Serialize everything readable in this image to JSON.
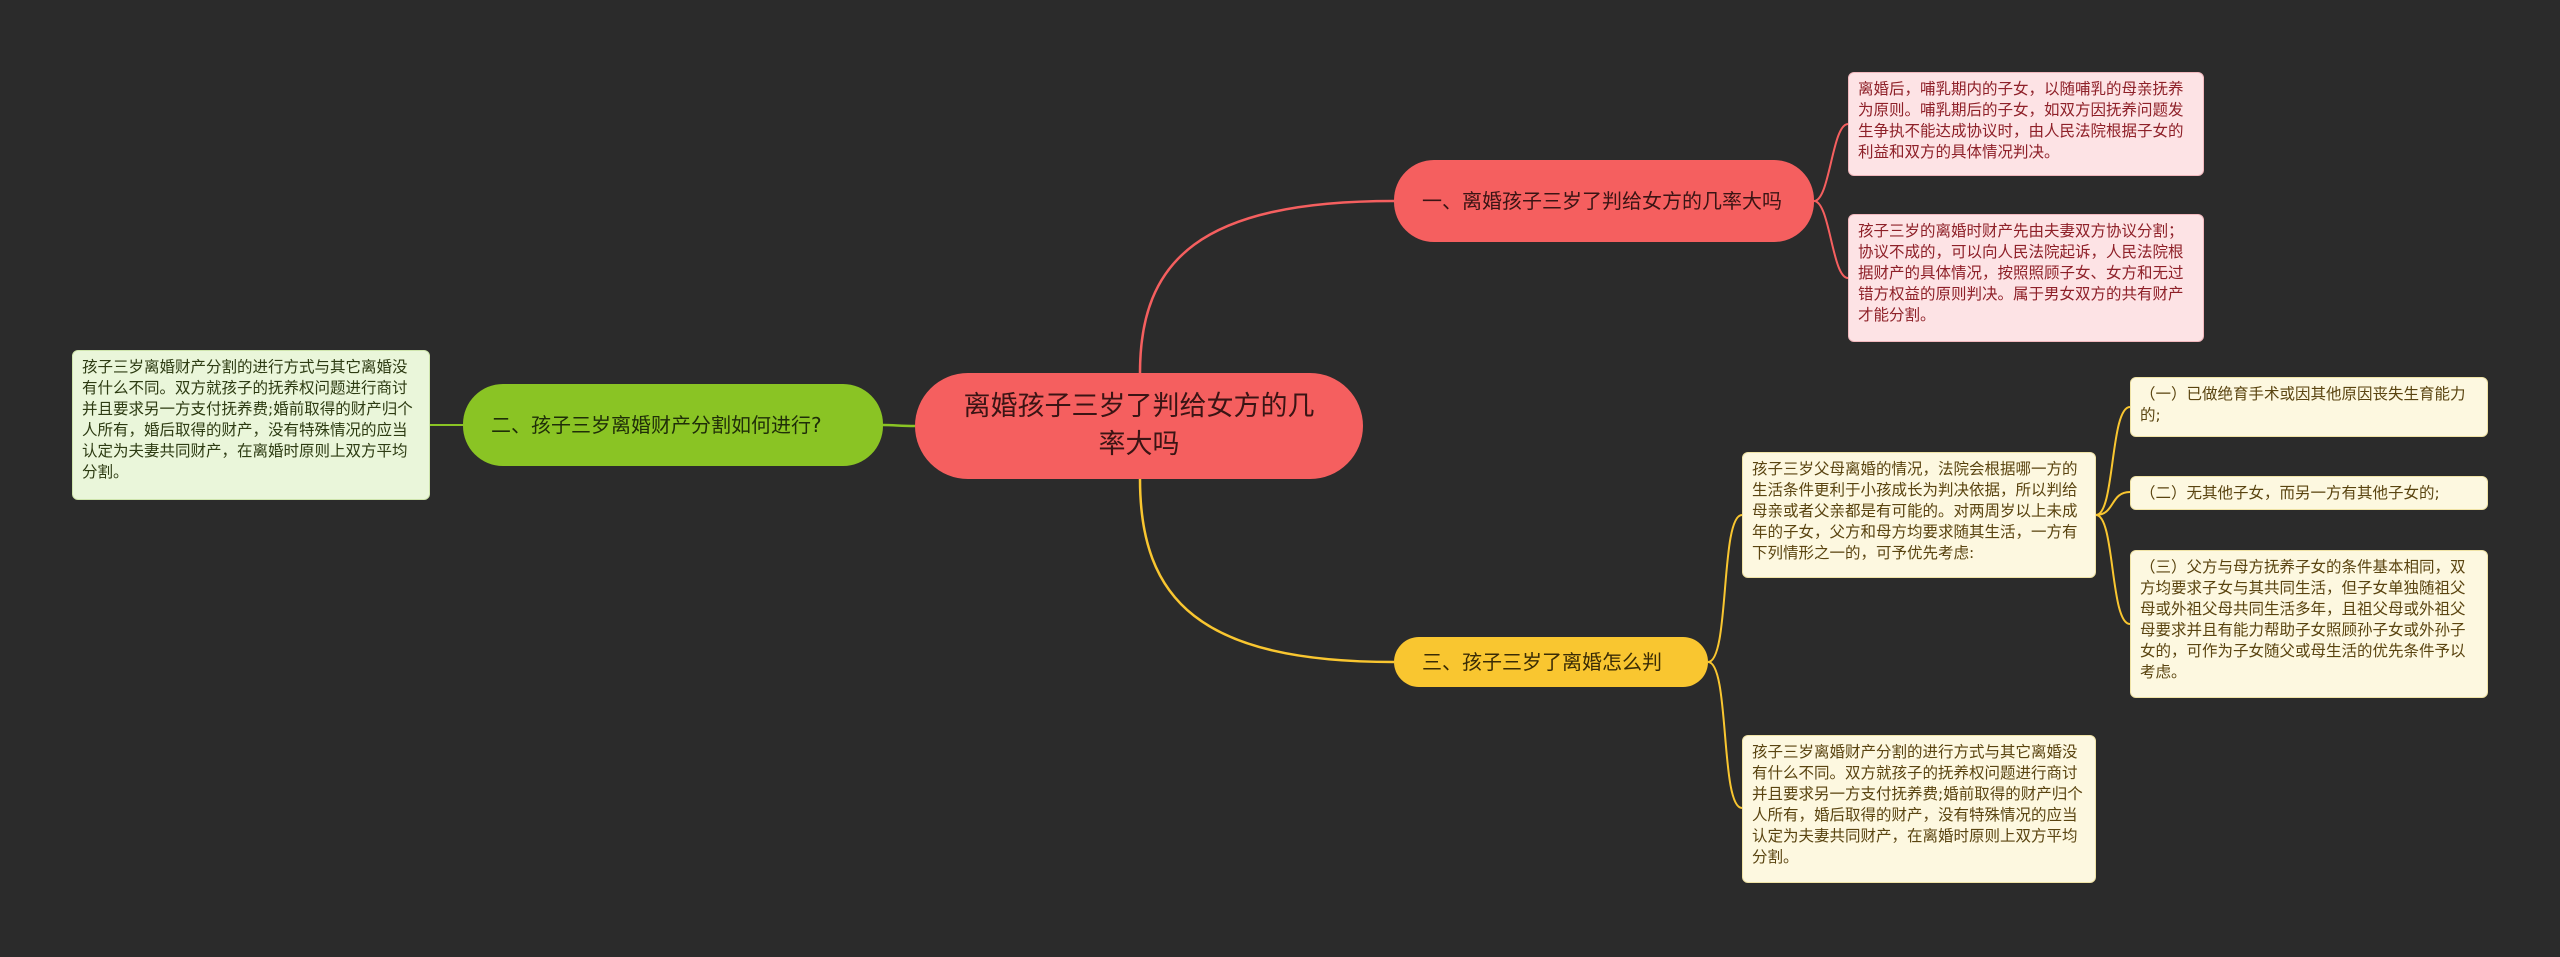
{
  "root": {
    "label": "离婚孩子三岁了判给女方的几率大吗"
  },
  "branches": [
    {
      "label": "一、离婚孩子三岁了判给女方的几率大吗",
      "color": "#f55f5f",
      "leaves": [
        "离婚后，哺乳期内的子女，以随哺乳的母亲抚养为原则。哺乳期后的子女，如双方因抚养问题发生争执不能达成协议时，由人民法院根据子女的利益和双方的具体情况判决。",
        "孩子三岁的离婚时财产先由夫妻双方协议分割；协议不成的，可以向人民法院起诉，人民法院根据财产的具体情况，按照照顾子女、女方和无过错方权益的原则判决。属于男女双方的共有财产才能分割。"
      ]
    },
    {
      "label": "二、孩子三岁离婚财产分割如何进行?",
      "color": "#8ac424",
      "leaves": [
        "孩子三岁离婚财产分割的进行方式与其它离婚没有什么不同。双方就孩子的抚养权问题进行商讨并且要求另一方支付抚养费;婚前取得的财产归个人所有，婚后取得的财产，没有特殊情况的应当认定为夫妻共同财产，在离婚时原则上双方平均分割。"
      ]
    },
    {
      "label": "三、孩子三岁了离婚怎么判",
      "color": "#f9c630",
      "leaves": [
        "孩子三岁父母离婚的情况，法院会根据哪一方的生活条件更利于小孩成长为判决依据，所以判给母亲或者父亲都是有可能的。对两周岁以上未成年的子女，父方和母方均要求随其生活，一方有下列情形之一的，可予优先考虑:",
        "孩子三岁离婚财产分割的进行方式与其它离婚没有什么不同。双方就孩子的抚养权问题进行商讨并且要求另一方支付抚养费;婚前取得的财产归个人所有，婚后取得的财产，没有特殊情况的应当认定为夫妻共同财产，在离婚时原则上双方平均分割。"
      ],
      "subleaves": [
        "（一）已做绝育手术或因其他原因丧失生育能力的;",
        "（二）无其他子女，而另一方有其他子女的;",
        "（三）父方与母方抚养子女的条件基本相同，双方均要求子女与其共同生活，但子女单独随祖父母或外祖父母共同生活多年，且祖父母或外祖父母要求并且有能力帮助子女照顾孙子女或外孙子女的，可作为子女随父或母生活的优先条件予以考虑。"
      ]
    }
  ]
}
